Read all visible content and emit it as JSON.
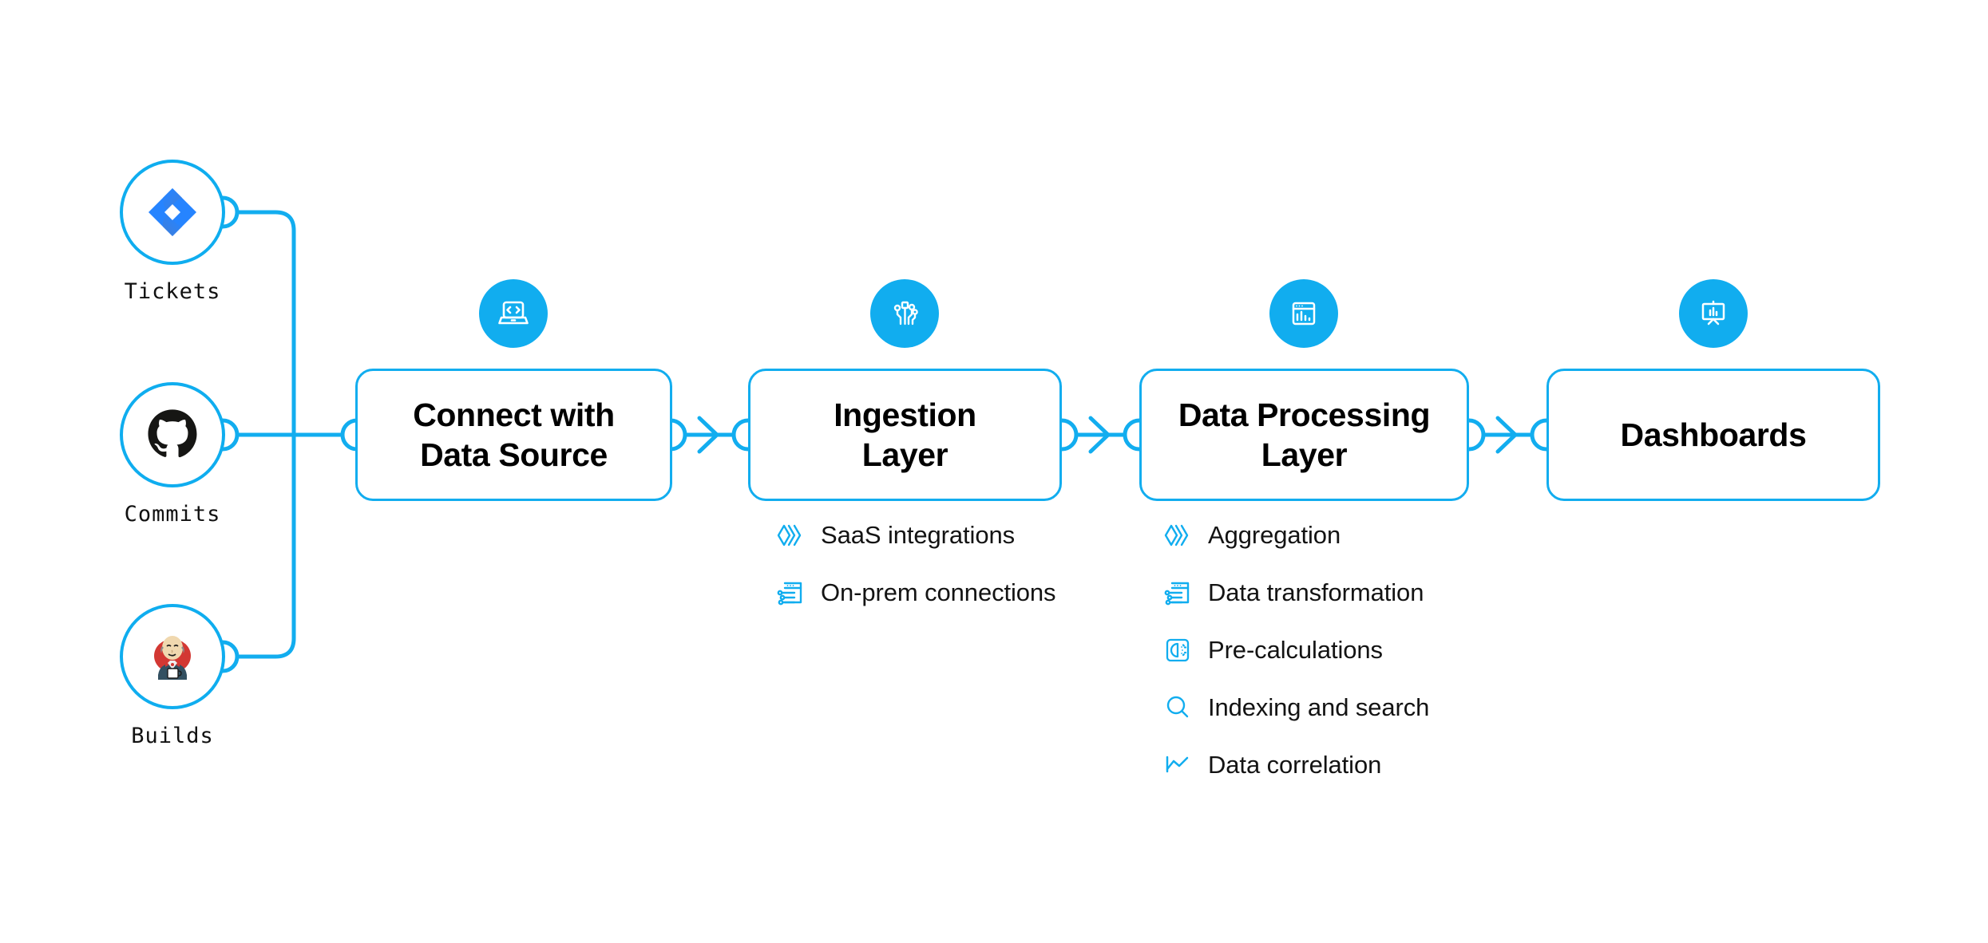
{
  "theme": {
    "accent": "#11ADEF",
    "wire": "#12ADEF",
    "text": "#111111",
    "jira_blue": "#2684FF",
    "jira_blue_light": "#2684FF",
    "github_black": "#161614",
    "jenkins_red": "#D33833",
    "background": "#FFFFFF"
  },
  "sources": [
    {
      "label": "Tickets",
      "icon": "jira-icon"
    },
    {
      "label": "Commits",
      "icon": "github-icon"
    },
    {
      "label": "Builds",
      "icon": "jenkins-icon"
    }
  ],
  "stages": [
    {
      "title": "Connect with\nData Source",
      "badge_icon": "laptop-code-icon",
      "features": []
    },
    {
      "title": "Ingestion\nLayer",
      "badge_icon": "circuit-nodes-icon",
      "features": [
        {
          "label": "SaaS integrations",
          "icon": "layers-chevron-icon"
        },
        {
          "label": "On-prem connections",
          "icon": "window-sliders-icon"
        }
      ]
    },
    {
      "title": "Data Processing\nLayer",
      "badge_icon": "window-barchart-icon",
      "features": [
        {
          "label": "Aggregation",
          "icon": "layers-chevron-icon"
        },
        {
          "label": "Data transformation",
          "icon": "window-sliders-icon"
        },
        {
          "label": "Pre-calculations",
          "icon": "gauge-square-icon"
        },
        {
          "label": "Indexing and search",
          "icon": "search-icon"
        },
        {
          "label": "Data correlation",
          "icon": "line-chart-icon"
        }
      ]
    },
    {
      "title": "Dashboards",
      "badge_icon": "presentation-chart-icon",
      "features": []
    }
  ]
}
